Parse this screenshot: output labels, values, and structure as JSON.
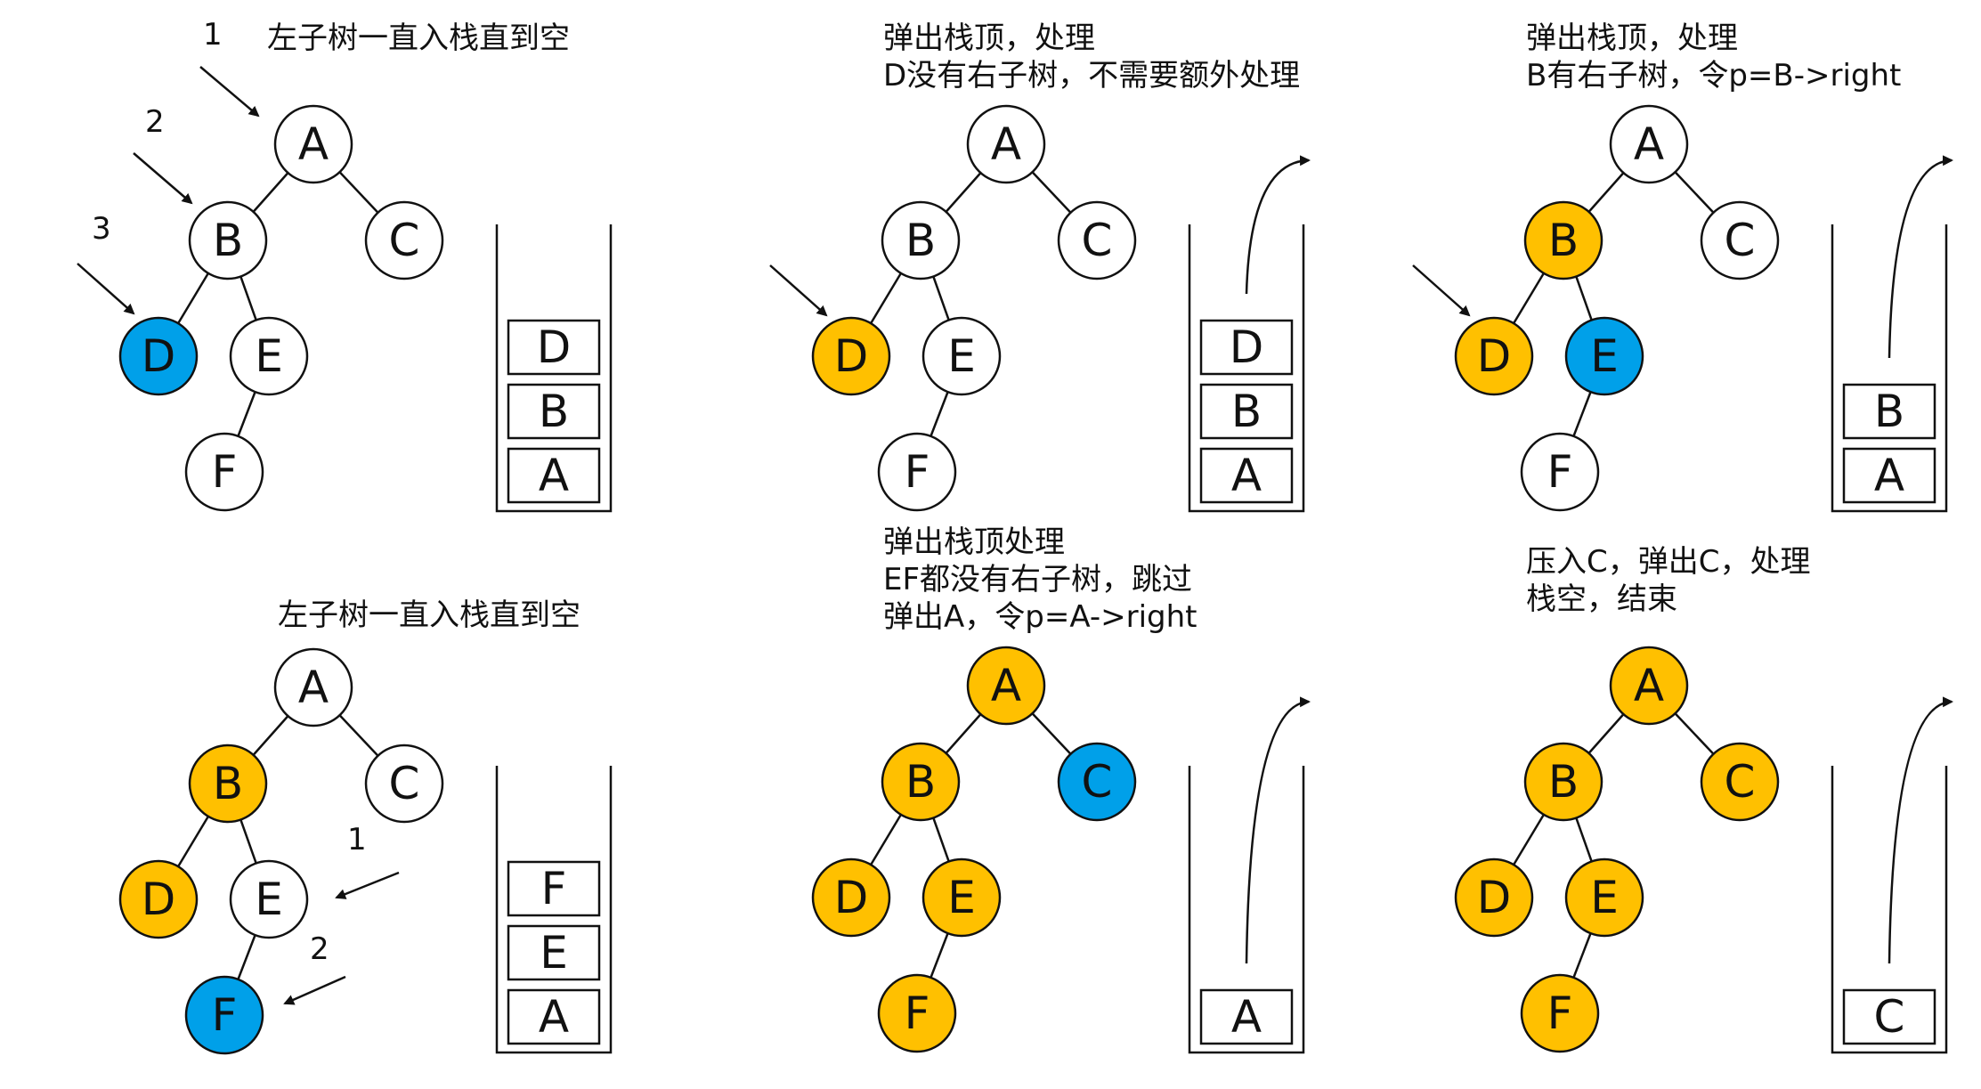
{
  "colors": {
    "visited": "#FFC000",
    "current": "#00A0E9",
    "empty": "#FFFFFF",
    "stroke": "#111111"
  },
  "panels": [
    {
      "id": "p1",
      "caption": [
        "左子树一直入栈直到空"
      ],
      "nodes": {
        "A": "empty",
        "B": "empty",
        "C": "empty",
        "D": "current",
        "E": "empty",
        "F": "empty"
      },
      "stack": [
        "D",
        "B",
        "A"
      ],
      "numbers": [
        "1",
        "2",
        "3"
      ]
    },
    {
      "id": "p2",
      "caption": [
        "弹出栈顶，处理",
        "D没有右子树，不需要额外处理"
      ],
      "nodes": {
        "A": "empty",
        "B": "empty",
        "C": "empty",
        "D": "visited",
        "E": "empty",
        "F": "empty"
      },
      "stack": [
        "D",
        "B",
        "A"
      ]
    },
    {
      "id": "p3",
      "caption": [
        "弹出栈顶，处理",
        "B有右子树，令p=B->right"
      ],
      "nodes": {
        "A": "empty",
        "B": "visited",
        "C": "empty",
        "D": "visited",
        "E": "current",
        "F": "empty"
      },
      "stack": [
        "B",
        "A"
      ]
    },
    {
      "id": "p4",
      "caption": [
        "左子树一直入栈直到空"
      ],
      "nodes": {
        "A": "empty",
        "B": "visited",
        "C": "empty",
        "D": "visited",
        "E": "empty",
        "F": "current"
      },
      "stack": [
        "F",
        "E",
        "A"
      ],
      "numbers": [
        "1",
        "2"
      ]
    },
    {
      "id": "p5",
      "caption": [
        "弹出栈顶处理",
        "EF都没有右子树，跳过",
        "弹出A，令p=A->right"
      ],
      "nodes": {
        "A": "visited",
        "B": "visited",
        "C": "current",
        "D": "visited",
        "E": "visited",
        "F": "visited"
      },
      "stack": [
        "A"
      ]
    },
    {
      "id": "p6",
      "caption": [
        "压入C，弹出C，处理",
        "栈空，结束"
      ],
      "nodes": {
        "A": "visited",
        "B": "visited",
        "C": "visited",
        "D": "visited",
        "E": "visited",
        "F": "visited"
      },
      "stack": [
        "C"
      ]
    }
  ]
}
